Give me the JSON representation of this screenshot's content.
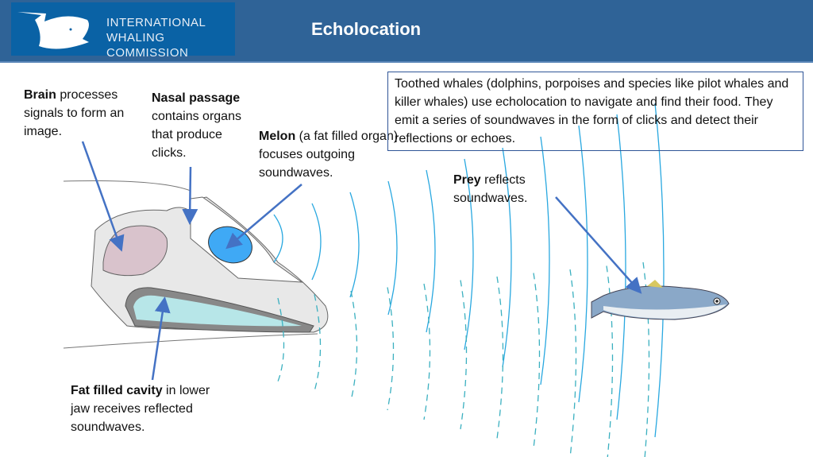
{
  "header": {
    "logo_line1": "INTERNATIONAL",
    "logo_line2": "WHALING COMMISSION",
    "title": "Echolocation"
  },
  "labels": {
    "brain": {
      "term": "Brain",
      "text": " processes signals to form an image."
    },
    "nasal": {
      "term": "Nasal passage",
      "text": " contains organs that produce clicks."
    },
    "melon": {
      "term": "Melon",
      "text": " (a fat filled organ) focuses outgoing soundwaves."
    },
    "prey": {
      "term": "Prey",
      "text": " reflects soundwaves."
    },
    "fat": {
      "term": "Fat filled cavity",
      "text": " in lower jaw receives reflected soundwaves."
    }
  },
  "info": "Toothed whales (dolphins, porpoises and species like pilot whales and killer whales) use echolocation to navigate and find their food. They emit a series of soundwaves in the form of clicks and detect their reflections or echoes.",
  "colors": {
    "header": "#2f6397",
    "arrow": "#4472c4",
    "wave": "#29a8e0",
    "melon": "#3fa9f5"
  }
}
